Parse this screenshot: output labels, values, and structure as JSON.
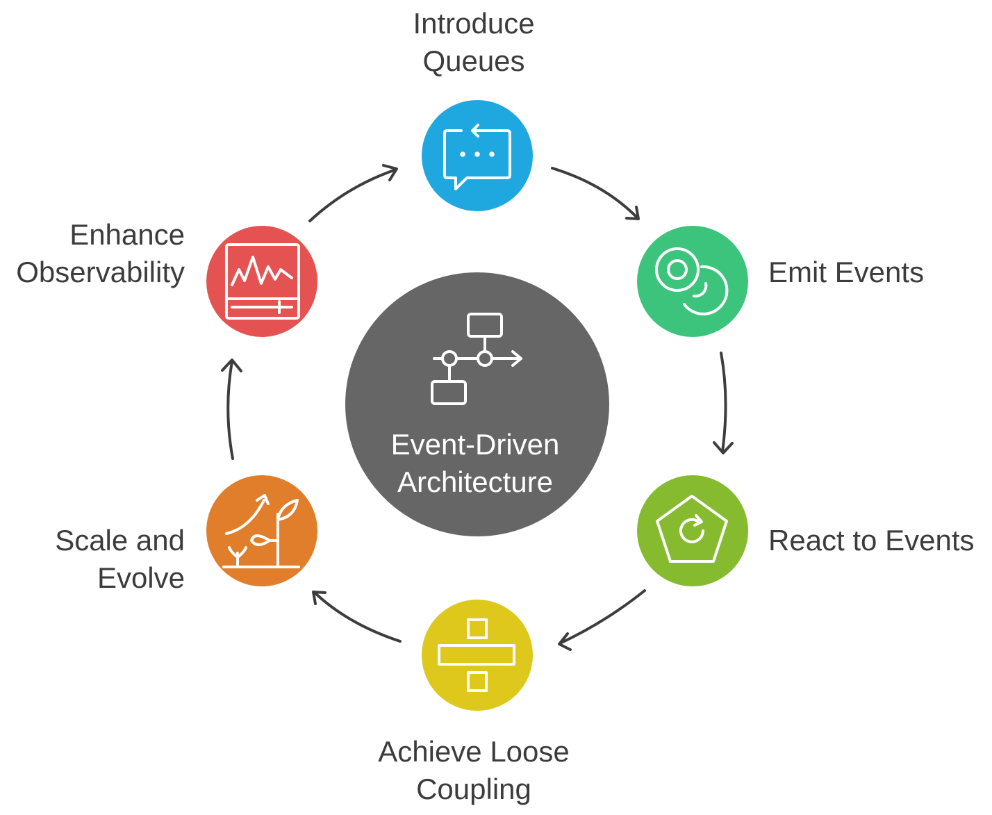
{
  "center": {
    "line1": "Event-Driven",
    "line2": "Architecture",
    "icon": "workflow-icon",
    "color": "#666666"
  },
  "steps": [
    {
      "id": "introduce-queues",
      "line1": "Introduce",
      "line2": "Queues",
      "icon": "chat-refresh-icon",
      "color": "#1ea8df"
    },
    {
      "id": "emit-events",
      "line1": "Emit Events",
      "line2": "",
      "icon": "discs-icon",
      "color": "#3cc47c"
    },
    {
      "id": "react-to-events",
      "line1": "React to Events",
      "line2": "",
      "icon": "pentagon-refresh-icon",
      "color": "#86bb2f"
    },
    {
      "id": "achieve-loose-coupling",
      "line1": "Achieve Loose",
      "line2": "Coupling",
      "icon": "divide-icon",
      "color": "#ddc81b"
    },
    {
      "id": "scale-and-evolve",
      "line1": "Scale and",
      "line2": "Evolve",
      "icon": "growth-plant-icon",
      "color": "#e07e2b"
    },
    {
      "id": "enhance-observability",
      "line1": "Enhance",
      "line2": "Observability",
      "icon": "monitor-pulse-icon",
      "color": "#e55252"
    }
  ],
  "arrow_color": "#3d3d3d"
}
